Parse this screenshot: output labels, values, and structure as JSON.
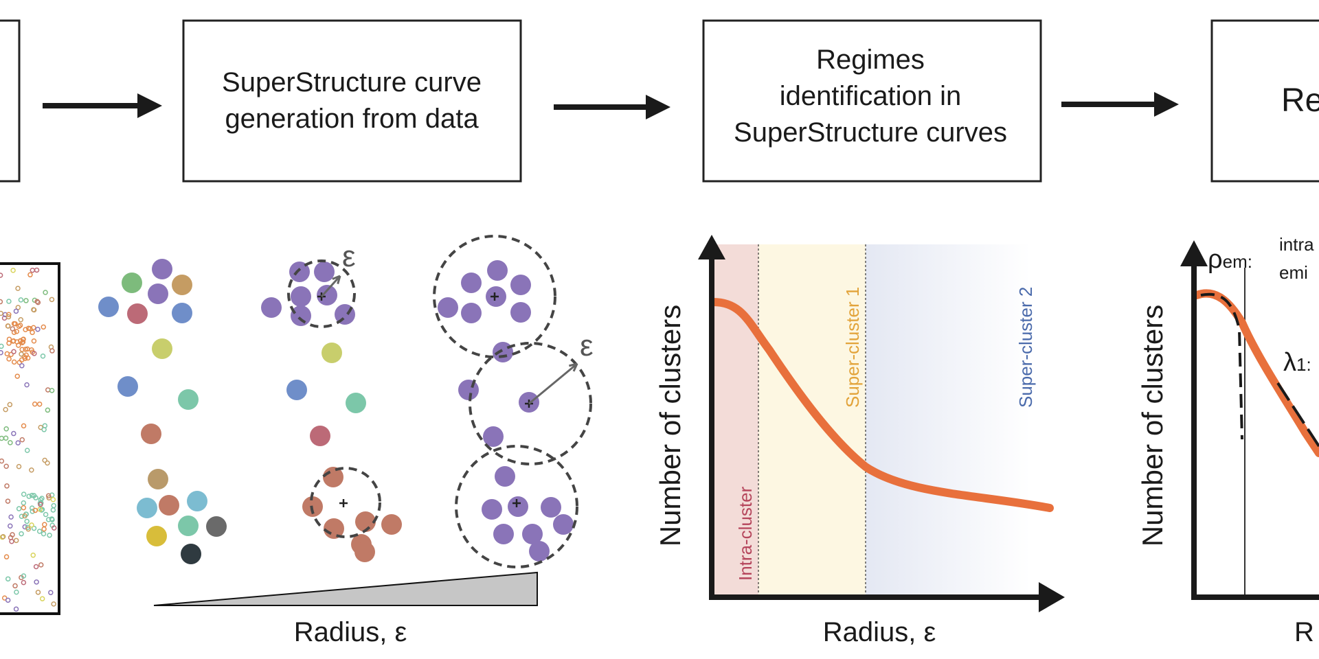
{
  "steps": [
    {
      "lines": [
        ""
      ]
    },
    {
      "lines": [
        "SuperStructure curve",
        "generation from data"
      ]
    },
    {
      "lines": [
        "Regimes",
        "identification in",
        "SuperStructure curves"
      ]
    },
    {
      "lines": [
        "Re"
      ]
    }
  ],
  "illustration": {
    "epsilon_symbol": "ε",
    "radius_label": "Radius, ε"
  },
  "regimes_plot": {
    "ylabel": "Number of clusters",
    "xlabel": "Radius, ε",
    "regions": [
      {
        "name": "Intra-cluster",
        "color": "#b5455b"
      },
      {
        "name": "Super-cluster 1",
        "color": "#e2a33a"
      },
      {
        "name": "Super-cluster 2",
        "color": "#4a6aab"
      }
    ],
    "curve_color": "#e8703c"
  },
  "fit_plot": {
    "ylabel": "Number of clusters",
    "xlabel_partial": "R",
    "rho_symbol": "ρ",
    "rho_sub": "em",
    "rho_suffix": ":",
    "note_line1": "intra",
    "note_line2": "emi",
    "lambda_label": "λ",
    "lambda_sub": "1",
    "lambda_suffix": ":"
  },
  "colors": {
    "purple": "#8a74b8",
    "green": "#7dbb7c",
    "blue": "#6f8ec9",
    "tan": "#c59c63",
    "rose": "#bc6a77",
    "lime": "#c8ce6c",
    "teal": "#7cc7a9",
    "brown": "#c07a66",
    "gold": "#d8bd3a",
    "gray": "#6a6a6a",
    "dark": "#2f3a40",
    "sky": "#7cbcd1",
    "olive": "#b99a6a"
  }
}
